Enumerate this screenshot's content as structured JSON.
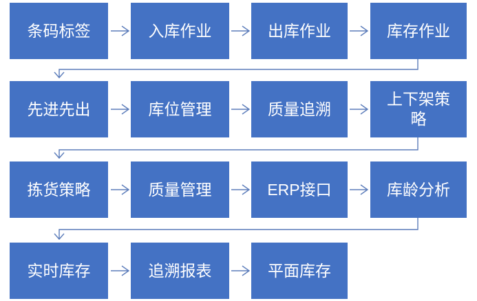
{
  "diagram": {
    "type": "flowchart",
    "background_color": "#ffffff",
    "node_fill_color": "#4472c4",
    "node_text_color": "#ffffff",
    "connector_color": "#5b7cba",
    "flow_direction": "left-to-right per row, wrapping to next row via down-left elbow arrows",
    "rows": [
      {
        "nodes": [
          "条码标签",
          "入库作业",
          "出库作业",
          "库存作业"
        ]
      },
      {
        "nodes": [
          "先进先出",
          "库位管理",
          "质量追溯",
          "上下架策略"
        ]
      },
      {
        "nodes": [
          "拣货策略",
          "质量管理",
          "ERP接口",
          "库龄分析"
        ]
      },
      {
        "nodes": [
          "实时库存",
          "追溯报表",
          "平面库存"
        ]
      }
    ]
  }
}
